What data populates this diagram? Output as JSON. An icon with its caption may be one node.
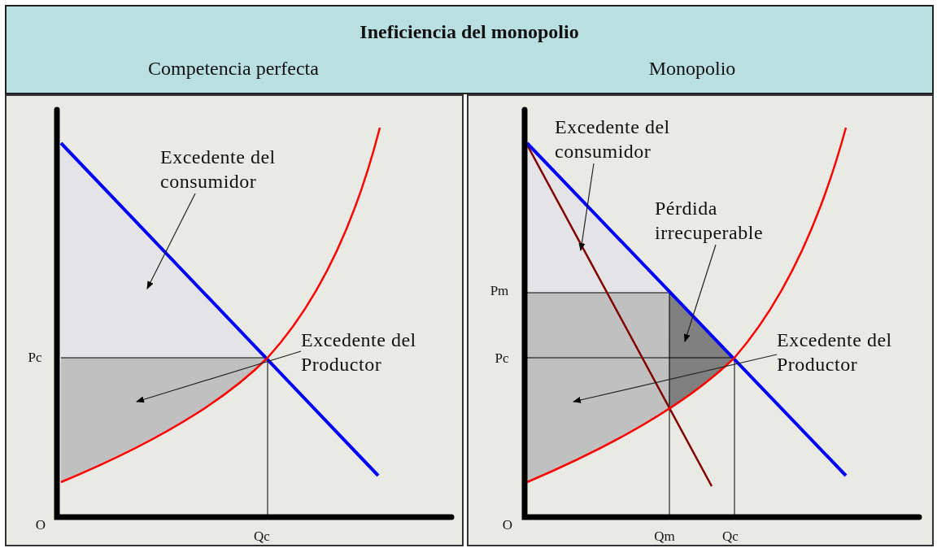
{
  "diagram": {
    "title": "Ineficiencia del monopolio",
    "nodes": [
      {
        "text": [],
        "shape": "box"
      },
      {
        "text": [
          "Excedente del consumidor"
        ],
        "in": 0
      },
      {
        "text": [
          "Excedente del Productor"
        ],
        "in": 0
      },
      {
        "text": [],
        "shape": "box"
      },
      {
        "text": [
          "Excedente del consumidor"
        ],
        "in": 3
      },
      {
        "text": [
          "Pérdida irrecuperable"
        ],
        "in": 3
      },
      {
        "text": [
          "Excedente del Productor"
        ],
        "in": 3
      }
    ],
    "edges": [
      {
        "from": 1,
        "to": null,
        "arrow": "to"
      },
      {
        "from": 2,
        "to": null,
        "arrow": "to"
      },
      {
        "from": 4,
        "to": null,
        "arrow": "to"
      },
      {
        "from": 5,
        "to": null,
        "arrow": "to"
      },
      {
        "from": 6,
        "to": null,
        "arrow": "to"
      }
    ],
    "labels": [
      "Competencia perfecta",
      "Monopolio",
      "Pc",
      "O",
      "Qc",
      "Pm",
      "Pc",
      "O",
      "Qm",
      "Qc"
    ]
  }
}
